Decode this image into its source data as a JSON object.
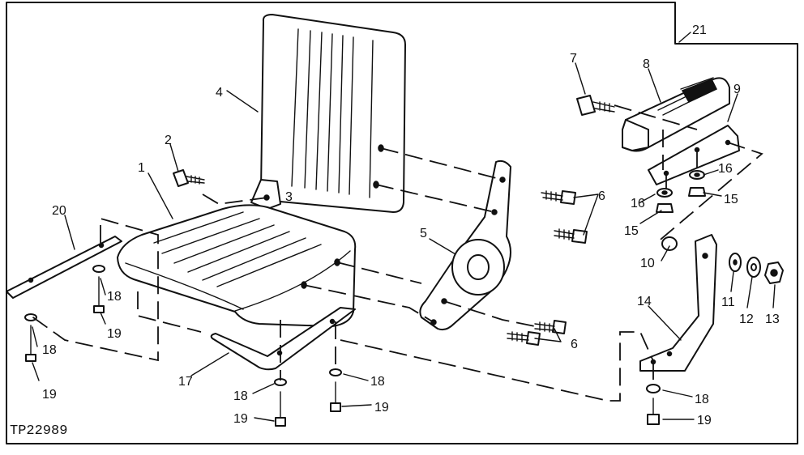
{
  "figure_id": "TP22989",
  "callouts": [
    {
      "key": "c1",
      "text": "1"
    },
    {
      "key": "c2",
      "text": "2"
    },
    {
      "key": "c3",
      "text": "3"
    },
    {
      "key": "c4",
      "text": "4"
    },
    {
      "key": "c5",
      "text": "5"
    },
    {
      "key": "c6a",
      "text": "6"
    },
    {
      "key": "c6b",
      "text": "6"
    },
    {
      "key": "c7",
      "text": "7"
    },
    {
      "key": "c8",
      "text": "8"
    },
    {
      "key": "c9",
      "text": "9"
    },
    {
      "key": "c10",
      "text": "10"
    },
    {
      "key": "c11",
      "text": "11"
    },
    {
      "key": "c12",
      "text": "12"
    },
    {
      "key": "c13",
      "text": "13"
    },
    {
      "key": "c14",
      "text": "14"
    },
    {
      "key": "c15a",
      "text": "15"
    },
    {
      "key": "c15b",
      "text": "15"
    },
    {
      "key": "c16a",
      "text": "16"
    },
    {
      "key": "c16b",
      "text": "16"
    },
    {
      "key": "c17",
      "text": "17"
    },
    {
      "key": "c18a",
      "text": "18"
    },
    {
      "key": "c18b",
      "text": "18"
    },
    {
      "key": "c18c",
      "text": "18"
    },
    {
      "key": "c18d",
      "text": "18"
    },
    {
      "key": "c18e",
      "text": "18"
    },
    {
      "key": "c19a",
      "text": "19"
    },
    {
      "key": "c19b",
      "text": "19"
    },
    {
      "key": "c19c",
      "text": "19"
    },
    {
      "key": "c19d",
      "text": "19"
    },
    {
      "key": "c19e",
      "text": "19"
    },
    {
      "key": "c20",
      "text": "20"
    },
    {
      "key": "c21",
      "text": "21"
    }
  ]
}
